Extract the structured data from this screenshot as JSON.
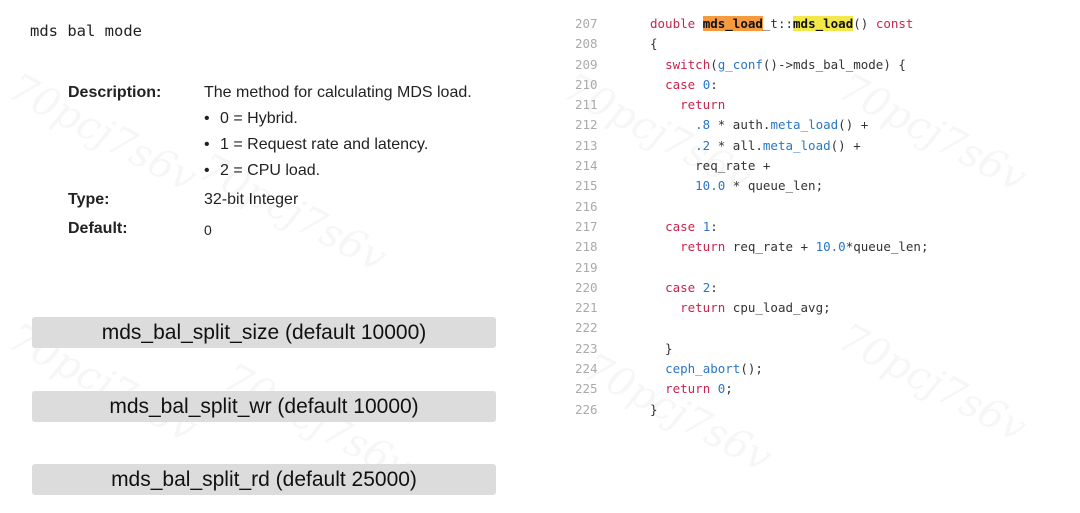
{
  "config": {
    "name": "mds bal mode",
    "description_label": "Description:",
    "description": "The method for calculating MDS load.",
    "options": [
      "0 = Hybrid.",
      "1 = Request rate and latency.",
      "2 = CPU load."
    ],
    "type_label": "Type:",
    "type_value": "32-bit Integer",
    "default_label": "Default:",
    "default_value": "0"
  },
  "params": [
    "mds_bal_split_size (default 10000)",
    "mds_bal_split_wr (default 10000)",
    "mds_bal_split_rd (default 25000)"
  ],
  "code": {
    "line_numbers": [
      "207",
      "208",
      "209",
      "210",
      "211",
      "212",
      "213",
      "214",
      "215",
      "216",
      "217",
      "218",
      "219",
      "220",
      "221",
      "222",
      "223",
      "224",
      "225",
      "226"
    ],
    "lines": [
      [
        {
          "t": "double ",
          "c": "kw"
        },
        {
          "t": "mds_load",
          "c": "hl1"
        },
        {
          "t": "_t::"
        },
        {
          "t": "mds_load",
          "c": "hl2"
        },
        {
          "t": "() "
        },
        {
          "t": "const",
          "c": "kw"
        }
      ],
      [
        {
          "t": "{"
        }
      ],
      [
        {
          "t": "  "
        },
        {
          "t": "switch",
          "c": "kw"
        },
        {
          "t": "("
        },
        {
          "t": "g_conf",
          "c": "fn"
        },
        {
          "t": "()->mds_bal_mode) {"
        }
      ],
      [
        {
          "t": "  "
        },
        {
          "t": "case",
          "c": "kw"
        },
        {
          "t": " "
        },
        {
          "t": "0",
          "c": "num"
        },
        {
          "t": ":"
        }
      ],
      [
        {
          "t": "    "
        },
        {
          "t": "return",
          "c": "kw"
        }
      ],
      [
        {
          "t": "      "
        },
        {
          "t": ".8",
          "c": "num"
        },
        {
          "t": " * auth."
        },
        {
          "t": "meta_load",
          "c": "fn"
        },
        {
          "t": "() +"
        }
      ],
      [
        {
          "t": "      "
        },
        {
          "t": ".2",
          "c": "num"
        },
        {
          "t": " * all."
        },
        {
          "t": "meta_load",
          "c": "fn"
        },
        {
          "t": "() +"
        }
      ],
      [
        {
          "t": "      req_rate +"
        }
      ],
      [
        {
          "t": "      "
        },
        {
          "t": "10.0",
          "c": "num"
        },
        {
          "t": " * queue_len;"
        }
      ],
      [
        {
          "t": ""
        }
      ],
      [
        {
          "t": "  "
        },
        {
          "t": "case",
          "c": "kw"
        },
        {
          "t": " "
        },
        {
          "t": "1",
          "c": "num"
        },
        {
          "t": ":"
        }
      ],
      [
        {
          "t": "    "
        },
        {
          "t": "return",
          "c": "kw"
        },
        {
          "t": " req_rate + "
        },
        {
          "t": "10.0",
          "c": "num"
        },
        {
          "t": "*queue_len;"
        }
      ],
      [
        {
          "t": ""
        }
      ],
      [
        {
          "t": "  "
        },
        {
          "t": "case",
          "c": "kw"
        },
        {
          "t": " "
        },
        {
          "t": "2",
          "c": "num"
        },
        {
          "t": ":"
        }
      ],
      [
        {
          "t": "    "
        },
        {
          "t": "return",
          "c": "kw"
        },
        {
          "t": " cpu_load_avg;"
        }
      ],
      [
        {
          "t": ""
        }
      ],
      [
        {
          "t": "  }"
        }
      ],
      [
        {
          "t": "  "
        },
        {
          "t": "ceph_abort",
          "c": "fn"
        },
        {
          "t": "();"
        }
      ],
      [
        {
          "t": "  "
        },
        {
          "t": "return",
          "c": "kw"
        },
        {
          "t": " "
        },
        {
          "t": "0",
          "c": "num"
        },
        {
          "t": ";"
        }
      ],
      [
        {
          "t": "}"
        }
      ]
    ]
  },
  "watermark_text": "70pcj7s6v"
}
